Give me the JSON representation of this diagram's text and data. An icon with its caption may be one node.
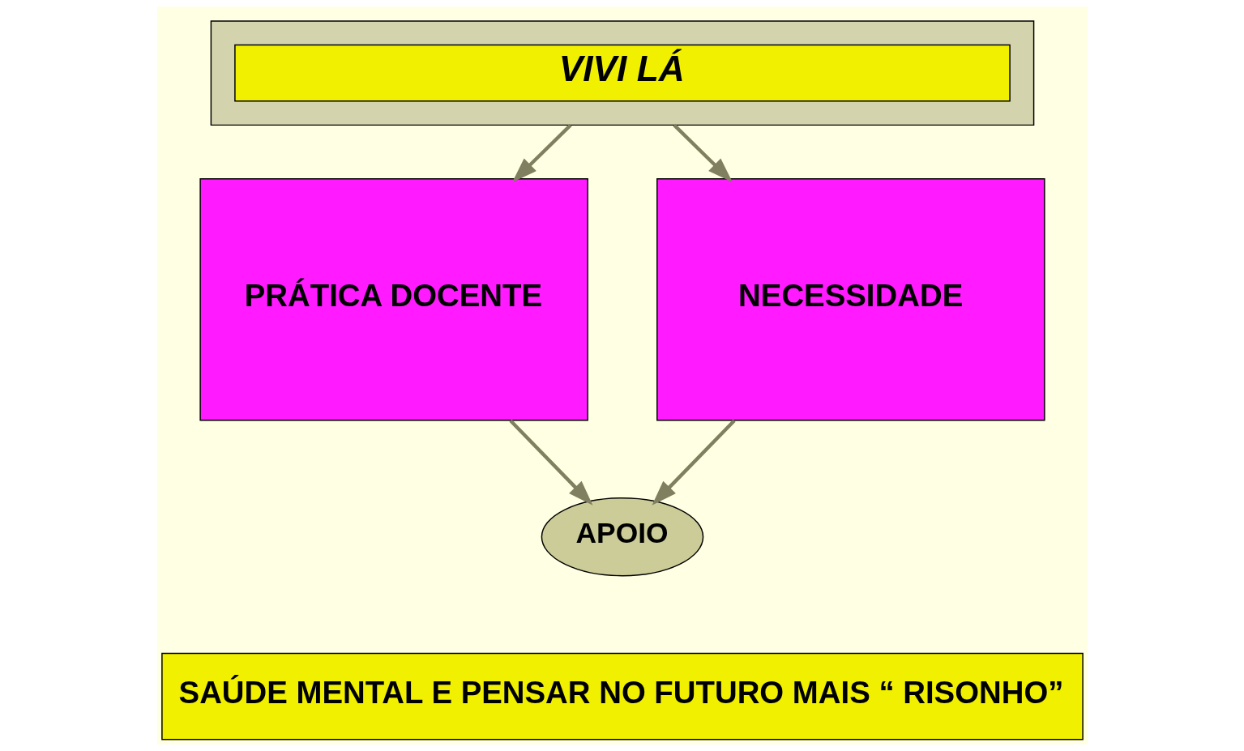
{
  "diagram": {
    "nodes": [
      {
        "text": [],
        "shape": "box"
      },
      {
        "text": [
          "VIVI LÁ"
        ],
        "in": 0
      },
      {
        "text": [
          "PRÁTICA DOCENTE"
        ]
      },
      {
        "text": [
          "NECESSIDADE"
        ]
      },
      {
        "text": [
          "APOIO"
        ]
      },
      {
        "text": [
          "SAÚDE MENTAL E PENSAR NO FUTURO MAIS “ RISONHO”"
        ]
      }
    ],
    "edges": [
      {
        "from": 0,
        "to": 2,
        "arrow": "to"
      },
      {
        "from": 0,
        "to": 3,
        "arrow": "to"
      },
      {
        "from": 2,
        "to": 4,
        "arrow": "to"
      },
      {
        "from": 3,
        "to": 4,
        "arrow": "to"
      }
    ]
  }
}
